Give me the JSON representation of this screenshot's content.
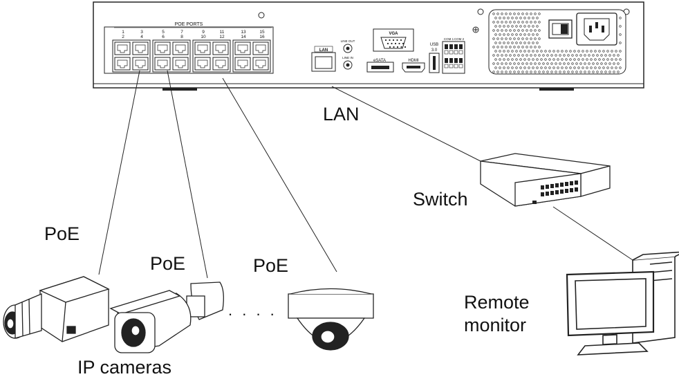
{
  "nvr": {
    "poe_ports_title": "POE PORTS",
    "port_numbers_top": [
      "1",
      "3",
      "5",
      "7",
      "9",
      "11",
      "13",
      "15"
    ],
    "port_numbers_bottom": [
      "2",
      "4",
      "6",
      "8",
      "10",
      "12",
      "14",
      "16"
    ],
    "lan_label": "LAN",
    "line_out_label": "LINE OUT",
    "line_in_label": "LINE IN",
    "vga_label": "VGA",
    "esata_label": "eSATA",
    "hdmi_label": "HDMI",
    "usb_label": "USB",
    "usb_version": "3.0",
    "com1_label": "COM 1",
    "com2_label": "COM 2"
  },
  "labels": {
    "lan": "LAN",
    "switch": "Switch",
    "poe_1": "PoE",
    "poe_2": "PoE",
    "poe_3": "PoE",
    "remote_monitor_line1": "Remote",
    "remote_monitor_line2": "monitor",
    "ip_cameras": "IP cameras",
    "ellipsis": ". . . ."
  },
  "colors": {
    "line": "#222222",
    "device_fill": "#ffffff",
    "panel_fill": "#f7f7f7"
  }
}
